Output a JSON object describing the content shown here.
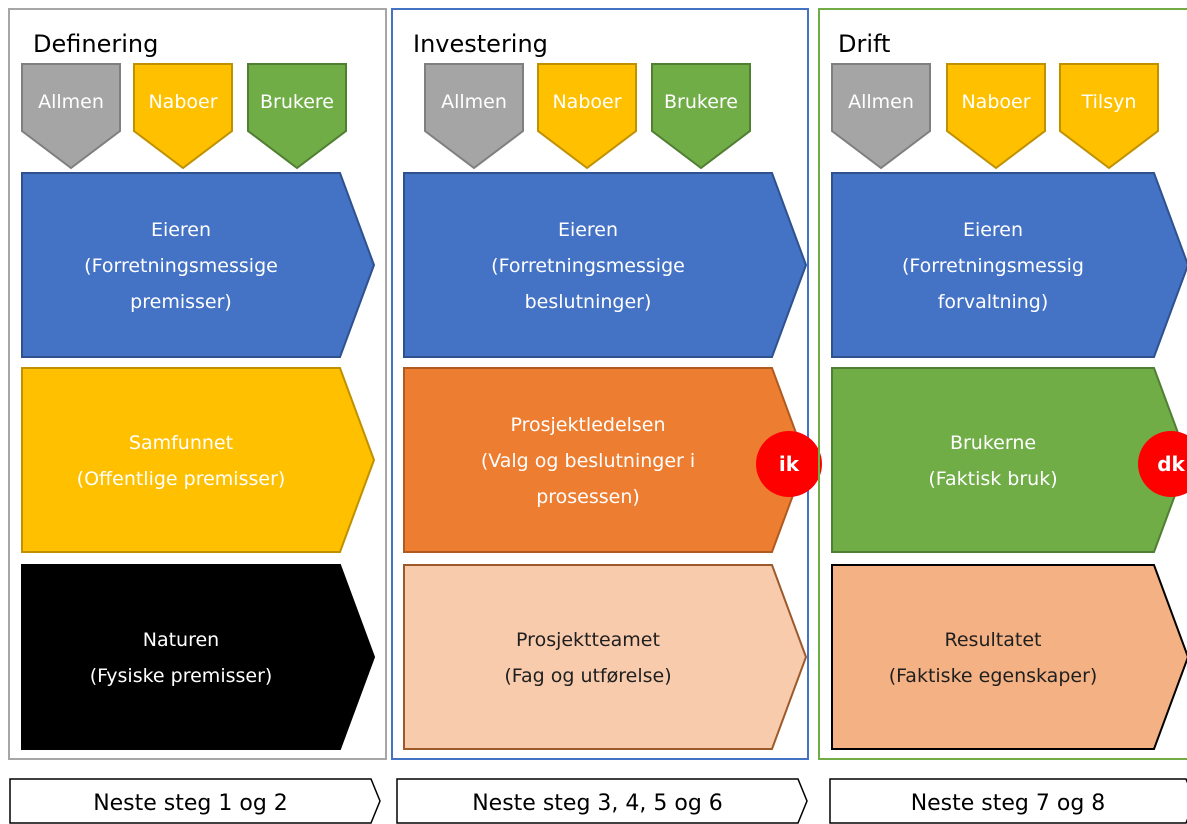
{
  "columns": [
    {
      "title": "Definering",
      "frame_color": "#a6a6a6",
      "tags": [
        {
          "label": "Allmen",
          "fill": "#a5a5a5",
          "stroke": "#7f7f7f",
          "text_color": "#ffffff"
        },
        {
          "label": "Naboer",
          "fill": "#ffc000",
          "stroke": "#bf9000",
          "text_color": "#ffffff"
        },
        {
          "label": "Brukere",
          "fill": "#70ad47",
          "stroke": "#507e32",
          "text_color": "#ffffff"
        }
      ],
      "boxes": [
        {
          "lines": [
            "Eieren",
            "(Forretningsmessige",
            "premisser)"
          ],
          "fill": "#4472c4",
          "stroke": "#2f528f",
          "text_color": "#ffffff"
        },
        {
          "lines": [
            "Samfunnet",
            "(Offentlige premisser)"
          ],
          "fill": "#ffc000",
          "stroke": "#bf9000",
          "text_color": "#ffffff"
        },
        {
          "lines": [
            "Naturen",
            "(Fysiske premisser)"
          ],
          "fill": "#000000",
          "stroke": "#000000",
          "text_color": "#ffffff"
        }
      ],
      "step": "Neste steg 1 og 2"
    },
    {
      "title": "Investering",
      "frame_color": "#4472c4",
      "tags": [
        {
          "label": "Allmen",
          "fill": "#a5a5a5",
          "stroke": "#7f7f7f",
          "text_color": "#ffffff"
        },
        {
          "label": "Naboer",
          "fill": "#ffc000",
          "stroke": "#bf9000",
          "text_color": "#ffffff"
        },
        {
          "label": "Brukere",
          "fill": "#70ad47",
          "stroke": "#507e32",
          "text_color": "#ffffff"
        }
      ],
      "boxes": [
        {
          "lines": [
            "Eieren",
            "(Forretningsmessige",
            "beslutninger)"
          ],
          "fill": "#4472c4",
          "stroke": "#2f528f",
          "text_color": "#ffffff"
        },
        {
          "lines": [
            "Prosjektledelsen",
            "(Valg og beslutninger i",
            "prosessen)"
          ],
          "fill": "#ed7d31",
          "stroke": "#ae5a21",
          "text_color": "#ffffff",
          "badge": "ik"
        },
        {
          "lines": [
            "Prosjektteamet",
            "(Fag og utførelse)"
          ],
          "fill": "#f8cbad",
          "stroke": "#9c5a2b",
          "text_color": "#1f1f1f"
        }
      ],
      "step": "Neste steg 3, 4, 5 og 6"
    },
    {
      "title": "Drift",
      "frame_color": "#70ad47",
      "tags": [
        {
          "label": "Allmen",
          "fill": "#a5a5a5",
          "stroke": "#7f7f7f",
          "text_color": "#ffffff"
        },
        {
          "label": "Naboer",
          "fill": "#ffc000",
          "stroke": "#bf9000",
          "text_color": "#ffffff"
        },
        {
          "label": "Tilsyn",
          "fill": "#ffc000",
          "stroke": "#bf9000",
          "text_color": "#ffffff"
        }
      ],
      "boxes": [
        {
          "lines": [
            "Eieren",
            "(Forretningsmessig",
            "forvaltning)"
          ],
          "fill": "#4472c4",
          "stroke": "#2f528f",
          "text_color": "#ffffff"
        },
        {
          "lines": [
            "Brukerne",
            "(Faktisk bruk)"
          ],
          "fill": "#70ad47",
          "stroke": "#507e32",
          "text_color": "#ffffff",
          "badge": "dk"
        },
        {
          "lines": [
            "Resultatet",
            "(Faktiske egenskaper)"
          ],
          "fill": "#f4b183",
          "stroke": "#000000",
          "text_color": "#1f1f1f"
        }
      ],
      "step": "Neste steg 7 og 8"
    }
  ],
  "badge_color": "#ff0000"
}
